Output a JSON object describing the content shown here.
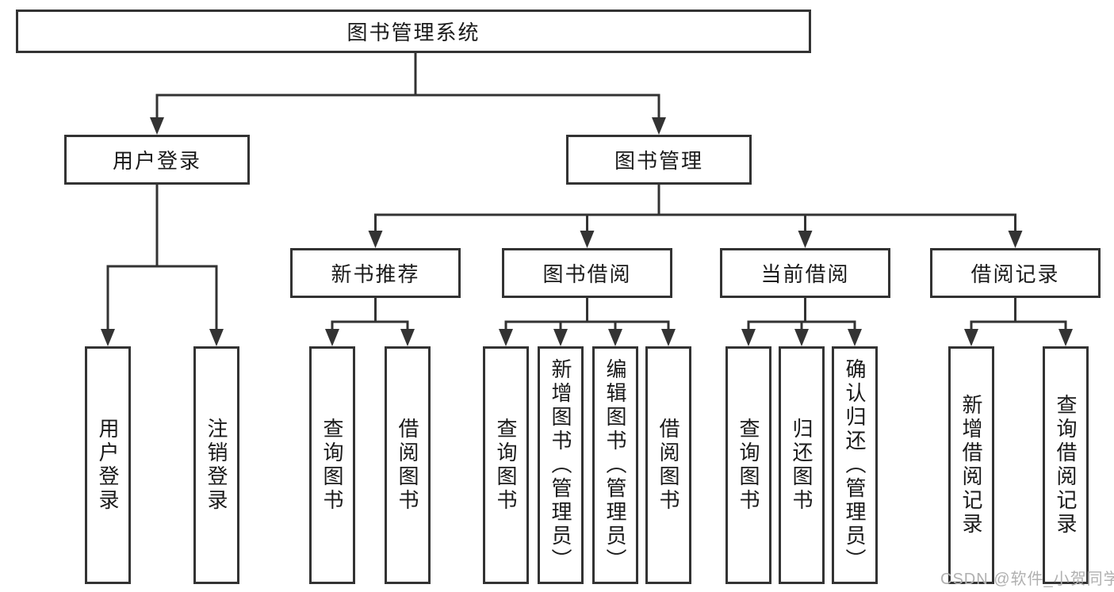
{
  "colors": {
    "line": "#333333",
    "box_border": "#333333",
    "text": "#1a1a1a",
    "background": "#ffffff",
    "watermark": "#b0b0b0"
  },
  "watermark": {
    "text": "CSDN @软件_小贺同学"
  },
  "diagram": {
    "root": {
      "label": "图书管理系统"
    },
    "level2": [
      {
        "id": "user-login",
        "label": "用户登录",
        "parent": "图书管理系统"
      },
      {
        "id": "book-management",
        "label": "图书管理",
        "parent": "图书管理系统"
      }
    ],
    "level3": [
      {
        "id": "new-book-recommendation",
        "label": "新书推荐",
        "parent": "图书管理"
      },
      {
        "id": "book-borrowing",
        "label": "图书借阅",
        "parent": "图书管理"
      },
      {
        "id": "current-borrowing",
        "label": "当前借阅",
        "parent": "图书管理"
      },
      {
        "id": "borrowing-records",
        "label": "借阅记录",
        "parent": "图书管理"
      }
    ],
    "leaves": [
      {
        "label": "用户登录",
        "parent": "用户登录"
      },
      {
        "label": "注销登录",
        "parent": "用户登录"
      },
      {
        "label": "查询图书",
        "parent": "新书推荐"
      },
      {
        "label": "借阅图书",
        "parent": "新书推荐"
      },
      {
        "label": "查询图书",
        "parent": "图书借阅"
      },
      {
        "label": "新增图书（管理员）",
        "parent": "图书借阅"
      },
      {
        "label": "编辑图书（管理员）",
        "parent": "图书借阅"
      },
      {
        "label": "借阅图书",
        "parent": "图书借阅"
      },
      {
        "label": "查询图书",
        "parent": "当前借阅"
      },
      {
        "label": "归还图书",
        "parent": "当前借阅"
      },
      {
        "label": "确认归还（管理员）",
        "parent": "当前借阅"
      },
      {
        "label": "新增借阅记录",
        "parent": "借阅记录"
      },
      {
        "label": "查询借阅记录",
        "parent": "借阅记录"
      }
    ]
  }
}
